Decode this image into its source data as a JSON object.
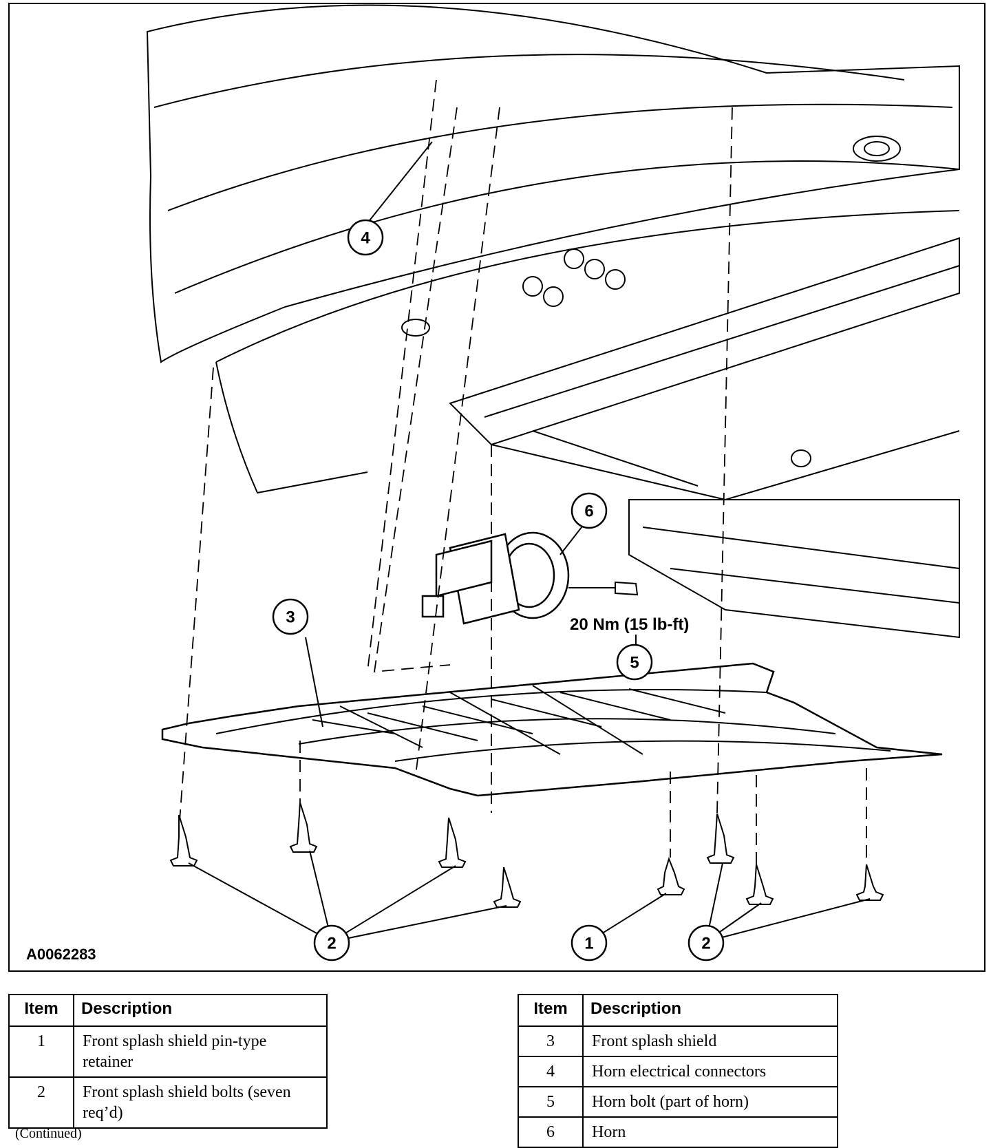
{
  "figure": {
    "id": "A0062283",
    "torque_label": "20 Nm (15 lb-ft)",
    "callouts": [
      "1",
      "2",
      "2",
      "3",
      "4",
      "5",
      "6"
    ]
  },
  "legend_left": {
    "headers": [
      "Item",
      "Description"
    ],
    "rows": [
      {
        "item": "1",
        "description": "Front splash shield pin-type retainer"
      },
      {
        "item": "2",
        "description": "Front splash shield bolts (seven req’d)"
      }
    ]
  },
  "legend_right": {
    "headers": [
      "Item",
      "Description"
    ],
    "rows": [
      {
        "item": "3",
        "description": "Front splash shield"
      },
      {
        "item": "4",
        "description": "Horn electrical connectors"
      },
      {
        "item": "5",
        "description": "Horn bolt (part of horn)"
      },
      {
        "item": "6",
        "description": "Horn"
      }
    ]
  },
  "continued": "(Continued)"
}
